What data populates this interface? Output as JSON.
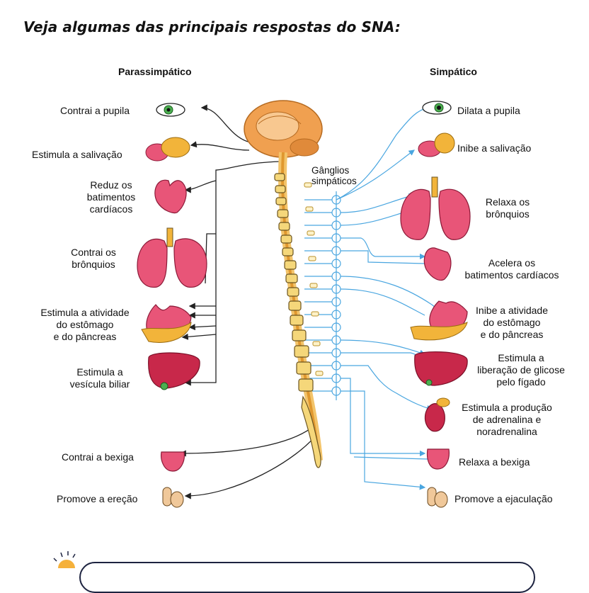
{
  "title": "Veja algumas das principais respostas do SNA:",
  "columns": {
    "left": "Parassimpático",
    "right": "Simpático",
    "ganglia": "Gânglios\nsimpáticos"
  },
  "parasympathetic": [
    "Contrai a pupila",
    "Estimula a salivação",
    "Reduz os\nbatimentos\ncardíacos",
    "Contrai os\nbrônquios",
    "Estimula a atividade\ndo estômago\ne do pâncreas",
    "Estimula a\nvesícula biliar",
    "Contrai a bexiga",
    "Promove a ereção"
  ],
  "sympathetic": [
    "Dilata a pupila",
    "Inibe a salivação",
    "Relaxa os\nbrônquios",
    "Acelera os\nbatimentos cardíacos",
    "Inibe a atividade\ndo estômago\ne do pâncreas",
    "Estimula a\nliberação de glicose\npelo fígado",
    "Estimula a produção\nde adrenalina e\nnoradrenalina",
    "Relaxa a bexiga",
    "Promove a ejaculação"
  ],
  "colors": {
    "para_line": "#222222",
    "symp_line": "#4aa6e0",
    "organ": "#e85578",
    "brain": "#f0a050",
    "spine": "#f5d77a",
    "liver": "#c8284a"
  },
  "icons": [
    "eye-icon",
    "salivary-gland-icon",
    "heart-icon",
    "lungs-icon",
    "stomach-icon",
    "liver-icon",
    "bladder-icon",
    "genitals-icon",
    "kidney-icon",
    "brain-icon",
    "spine-icon"
  ]
}
